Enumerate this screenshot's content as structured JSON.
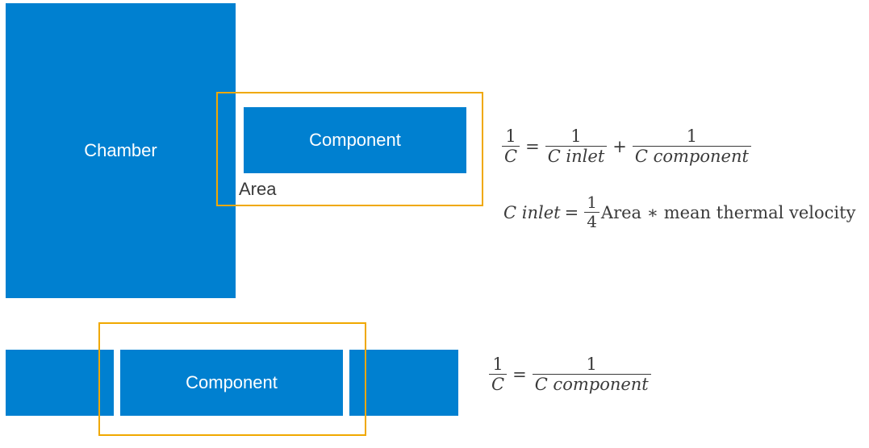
{
  "diagram": {
    "top": {
      "chamber_label": "Chamber",
      "component_label": "Component",
      "area_label": "Area",
      "eq1": {
        "lhs_num": "1",
        "lhs_den": "C",
        "equals": "=",
        "t1_num": "1",
        "t1_den": "C inlet",
        "plus": "+",
        "t2_num": "1",
        "t2_den": "C component"
      },
      "eq2": {
        "lhs": "C inlet",
        "equals": "=",
        "frac_num": "1",
        "frac_den": "4",
        "rhs": "Area ∗ mean thermal velocity"
      }
    },
    "bottom": {
      "component_label": "Component",
      "eq3": {
        "lhs_num": "1",
        "lhs_den": "C",
        "equals": "=",
        "rhs_num": "1",
        "rhs_den": "C component"
      }
    }
  },
  "colors": {
    "block": "#0080d0",
    "highlight_frame": "#f0a800",
    "text": "#3a3a3a"
  }
}
